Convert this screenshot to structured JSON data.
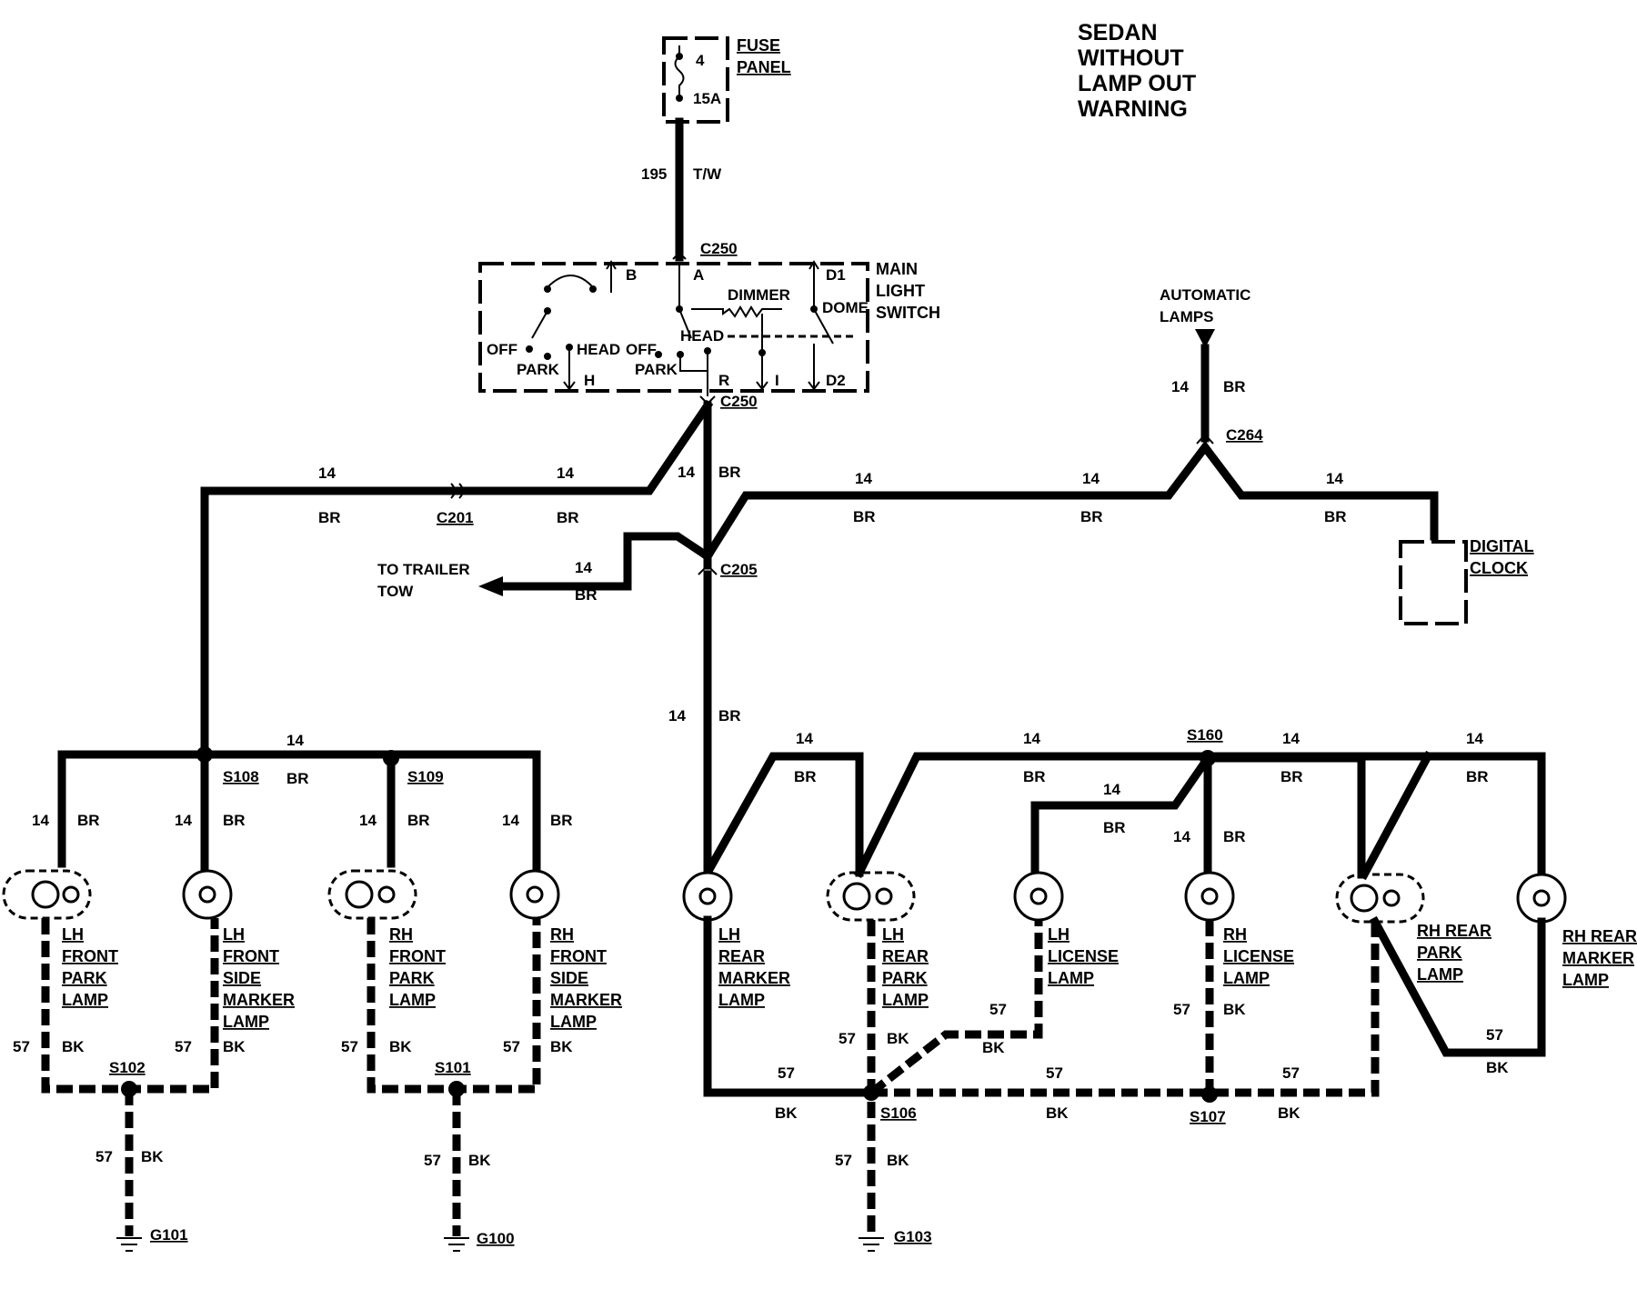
{
  "title": [
    "SEDAN",
    "WITHOUT",
    "LAMP OUT",
    "WARNING"
  ],
  "fuse_panel": {
    "name": [
      "FUSE",
      "PANEL"
    ],
    "fuse_number": "4",
    "fuse_rating": "15A"
  },
  "feed_wire": {
    "circuit": "195",
    "color": "T/W"
  },
  "main_light_switch": {
    "name": [
      "MAIN",
      "LIGHT",
      "SWITCH"
    ],
    "terminals": {
      "b": "B",
      "a": "A",
      "d1": "D1",
      "h": "H",
      "r": "R",
      "i": "I",
      "d2": "D2"
    },
    "positions": {
      "off1": "OFF",
      "park1": "PARK",
      "head1": "HEAD",
      "off2": "OFF",
      "park2": "PARK",
      "head2": "HEAD",
      "dimmer": "DIMMER",
      "dome": "DOME"
    }
  },
  "connectors": {
    "c250_top": "C250",
    "c250_bottom": "C250",
    "c201": "C201",
    "c205": "C205",
    "c264": "C264"
  },
  "splices": {
    "s108": "S108",
    "s109": "S109",
    "s160": "S160",
    "s102": "S102",
    "s101": "S101",
    "s106": "S106",
    "s107": "S107"
  },
  "grounds": {
    "g101": "G101",
    "g100": "G100",
    "g103": "G103"
  },
  "automatic_lamps": [
    "AUTOMATIC",
    "LAMPS"
  ],
  "trailer_tow": [
    "TO TRAILER",
    "TOW"
  ],
  "digital_clock": [
    "DIGITAL",
    "CLOCK"
  ],
  "wire_14": "14",
  "wire_57": "57",
  "color_br": "BR",
  "color_bk": "BK",
  "lamps": {
    "lh_front_park": [
      "LH",
      "FRONT",
      "PARK",
      "LAMP"
    ],
    "lh_front_side_marker": [
      "LH",
      "FRONT",
      "SIDE",
      "MARKER",
      "LAMP"
    ],
    "rh_front_park": [
      "RH",
      "FRONT",
      "PARK",
      "LAMP"
    ],
    "rh_front_side_marker": [
      "RH",
      "FRONT",
      "SIDE",
      "MARKER",
      "LAMP"
    ],
    "lh_rear_marker": [
      "LH",
      "REAR",
      "MARKER",
      "LAMP"
    ],
    "lh_rear_park": [
      "LH",
      "REAR",
      "PARK",
      "LAMP"
    ],
    "lh_license": [
      "LH",
      "LICENSE",
      "LAMP"
    ],
    "rh_license": [
      "RH",
      "LICENSE",
      "LAMP"
    ],
    "rh_rear_park": [
      "RH REAR",
      "PARK",
      "LAMP"
    ],
    "rh_rear_marker": [
      "RH REAR",
      "MARKER",
      "LAMP"
    ]
  }
}
